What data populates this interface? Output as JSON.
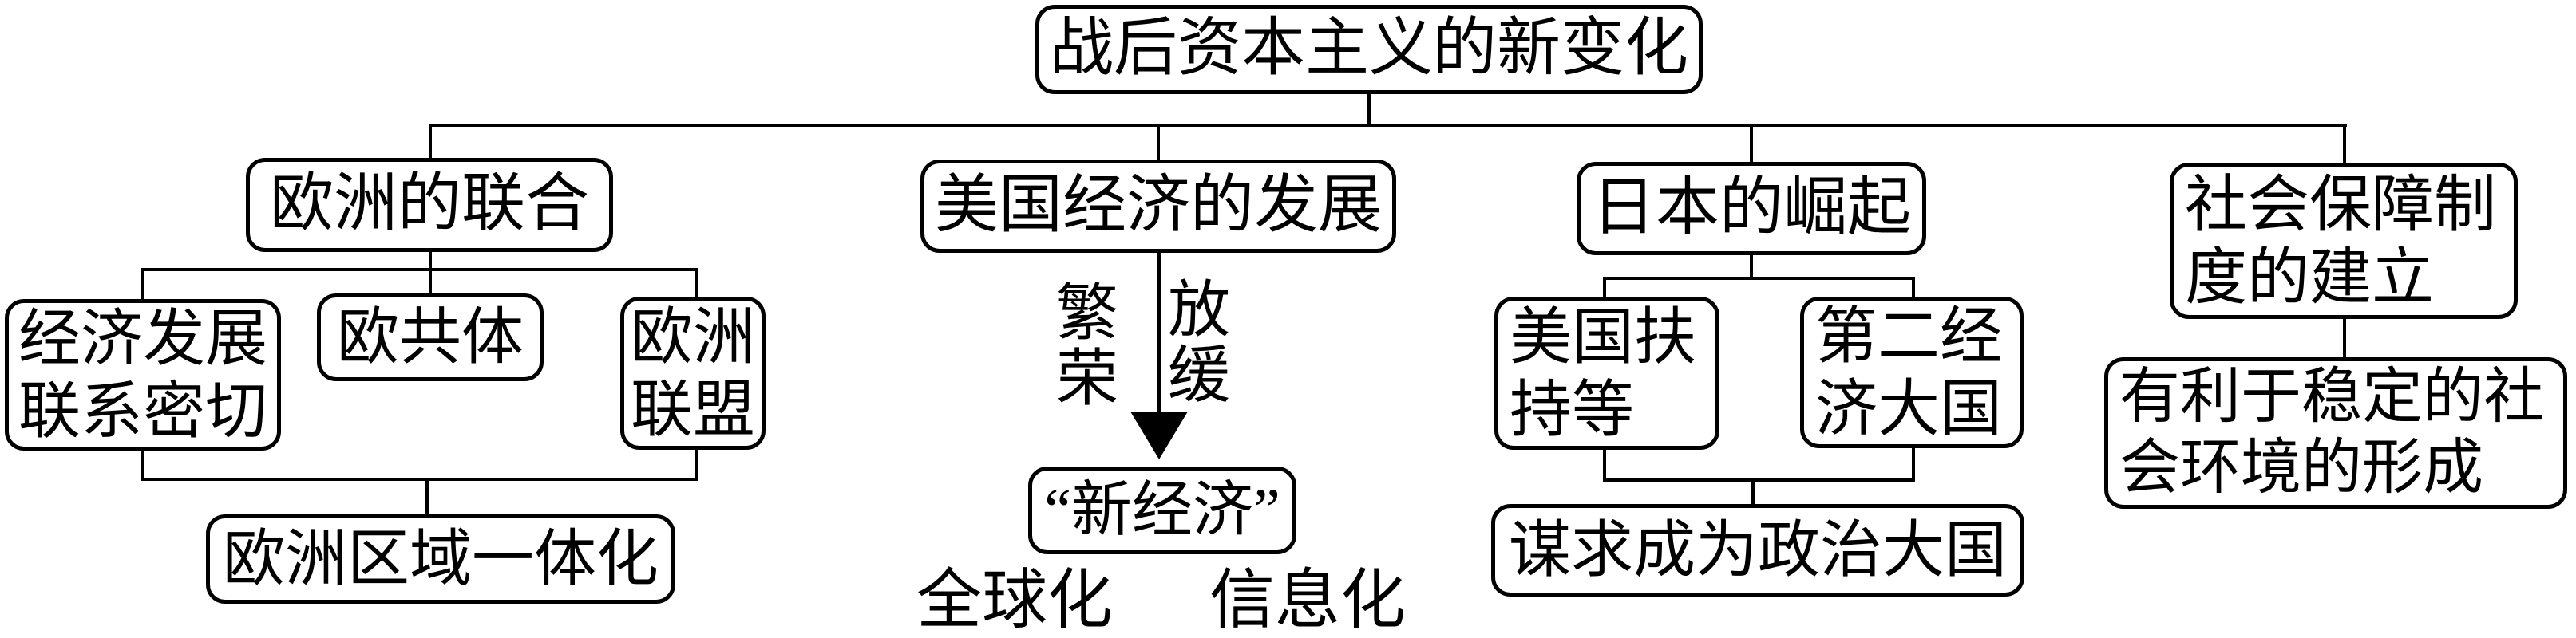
{
  "colors": {
    "line": "#000000",
    "background": "#ffffff",
    "text": "#000000"
  },
  "nodes": {
    "root": {
      "lines": [
        "战后资本主义的新变化"
      ]
    },
    "europe": {
      "lines": [
        "欧洲的联合"
      ]
    },
    "europe_econ_ties": {
      "lines": [
        "经济发展",
        "联系密切"
      ]
    },
    "european_community": {
      "lines": [
        "欧共体"
      ]
    },
    "european_union": {
      "lines": [
        "欧洲",
        "联盟"
      ]
    },
    "europe_integration": {
      "lines": [
        "欧洲区域一体化"
      ]
    },
    "usa": {
      "lines": [
        "美国经济的发展"
      ]
    },
    "new_economy": {
      "lines": [
        "“新经济”"
      ]
    },
    "japan": {
      "lines": [
        "日本的崛起"
      ]
    },
    "japan_us_support": {
      "lines": [
        "美国扶",
        "持等"
      ]
    },
    "japan_second_economy": {
      "lines": [
        "第二经",
        "济大国"
      ]
    },
    "japan_political_power": {
      "lines": [
        "谋求成为政治大国"
      ]
    },
    "social_security": {
      "lines": [
        "社会保障制",
        "度的建立"
      ]
    },
    "social_stability": {
      "lines": [
        "有利于稳定的社",
        "会环境的形成"
      ]
    }
  },
  "labels": {
    "prosperity": {
      "lines": [
        "繁",
        "荣"
      ]
    },
    "slowdown": {
      "lines": [
        "放",
        "缓"
      ]
    },
    "globalization": {
      "lines": [
        "全球化"
      ]
    },
    "informatization": {
      "lines": [
        "信息化"
      ]
    }
  }
}
